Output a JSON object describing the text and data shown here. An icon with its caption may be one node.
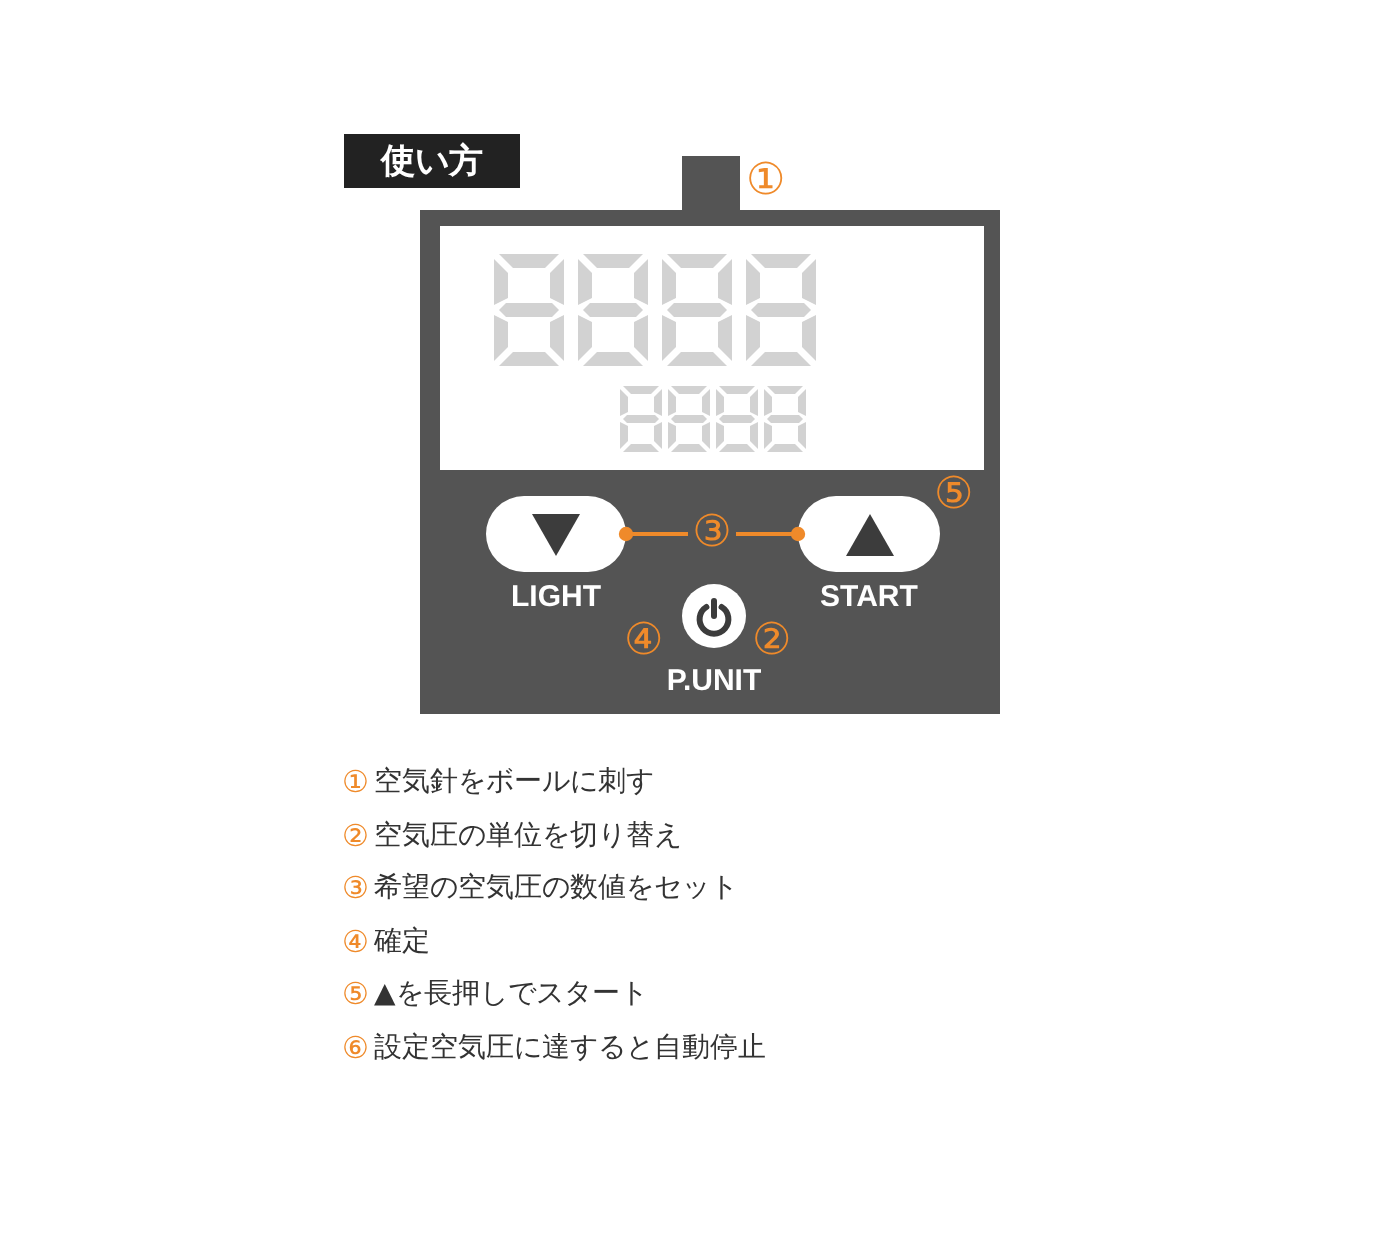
{
  "diagram": {
    "title": "使い方",
    "nodes": [
      {
        "text": [],
        "shape": "box"
      },
      {
        "text": [],
        "shape": "box",
        "in": 0,
        "beside": [
          "LIGHT"
        ]
      },
      {
        "text": [
          "③"
        ],
        "in": 0
      },
      {
        "text": [],
        "shape": "box",
        "in": 0,
        "beside": [
          "START"
        ]
      },
      {
        "text": [],
        "shape": "circle",
        "in": 0,
        "beside": [
          "P.UNIT"
        ]
      }
    ],
    "edges": [
      {
        "from": 2,
        "to": 1,
        "arrow": "other"
      },
      {
        "from": 2,
        "to": 3,
        "arrow": "other"
      }
    ],
    "labels": [
      "①",
      "⑤",
      "④",
      "②",
      "①",
      "空気針をボールに刺す",
      "②",
      "空気圧の単位を切り替え",
      "③",
      "希望の空気圧の数値をセット",
      "④",
      "確定",
      "⑤",
      "▲を長押しでスタート",
      "⑥",
      "設定空気圧に達すると自動停止"
    ]
  }
}
